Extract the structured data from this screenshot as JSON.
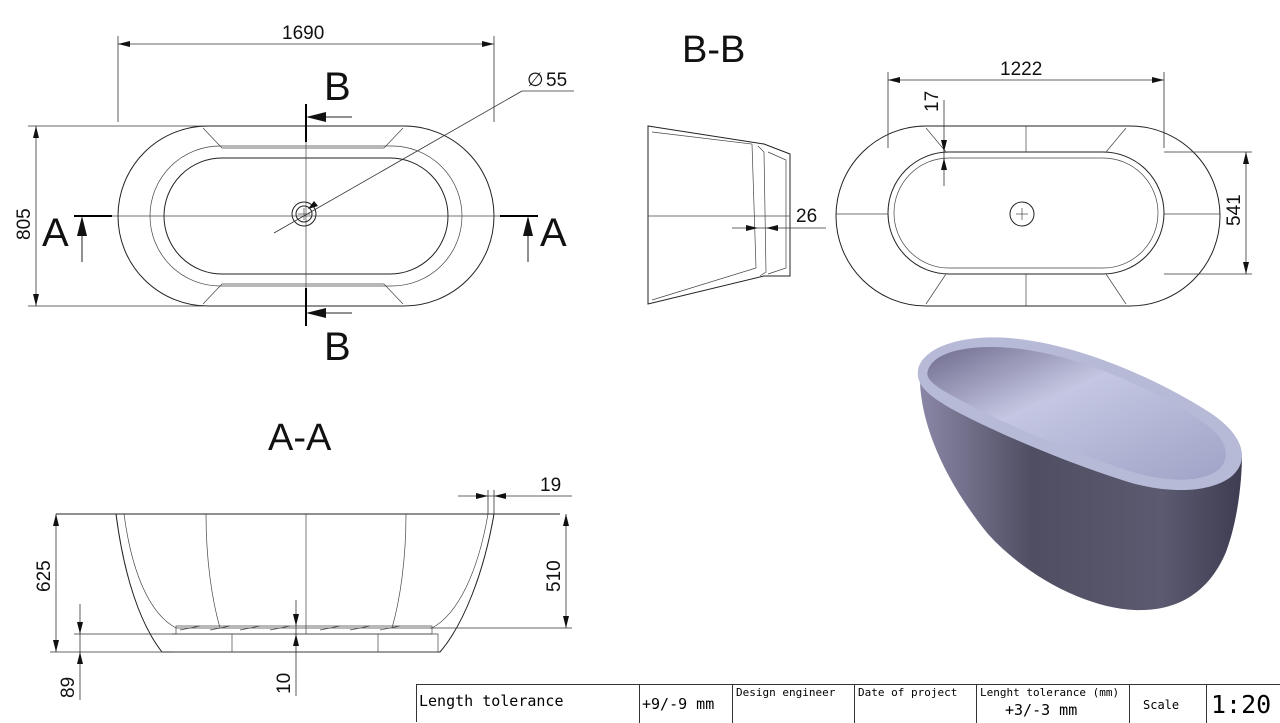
{
  "views": {
    "bb_title": "B-B",
    "aa_title": "A-A",
    "section_a_letter": "A",
    "section_b_letter": "B"
  },
  "dimensions": {
    "top_length": "1690",
    "top_width": "805",
    "drain_diameter": "55",
    "bb_wall": "26",
    "inner_length": "1222",
    "inner_rim": "17",
    "inner_width": "541",
    "aa_rim": "19",
    "aa_height": "625",
    "aa_depth": "510",
    "aa_base": "89",
    "aa_floor": "10"
  },
  "title_block": {
    "length_tolerance_label": "Length tolerance",
    "length_tolerance_value": "+9/-9 mm",
    "design_engineer_label": "Design engineer",
    "date_of_project_label": "Date of project",
    "lenght_tolerance_label": "Lenght tolerance (mm)",
    "lenght_tolerance_value": "+3/-3 mm",
    "scale_label": "Scale",
    "scale_value": "1:20"
  },
  "colors": {
    "outer_shell": "#55546a",
    "inner_basin": "#b9bcd8",
    "line": "#222222"
  }
}
